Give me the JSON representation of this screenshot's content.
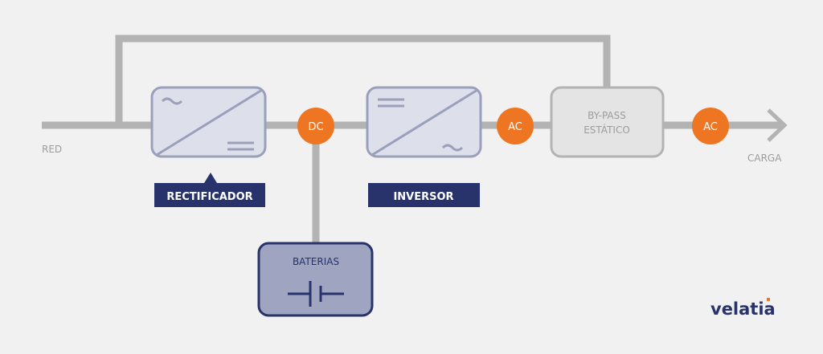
{
  "labels": {
    "input": "RED",
    "output": "CARGA",
    "rectifier": "RECTIFICADOR",
    "inverter": "INVERSOR",
    "bypass_line1": "BY-PASS",
    "bypass_line2": "ESTÁTICO",
    "batteries": "BATERIAS",
    "dc": "DC",
    "ac1": "AC",
    "ac2": "AC"
  },
  "logo": "velatia",
  "colors": {
    "background": "#f1f1f1",
    "line": "#b3b3b3",
    "accent": "#ee7623",
    "navy": "#27336a",
    "box_fill": "#dde0ea",
    "box_stroke": "#9a9fbb"
  }
}
